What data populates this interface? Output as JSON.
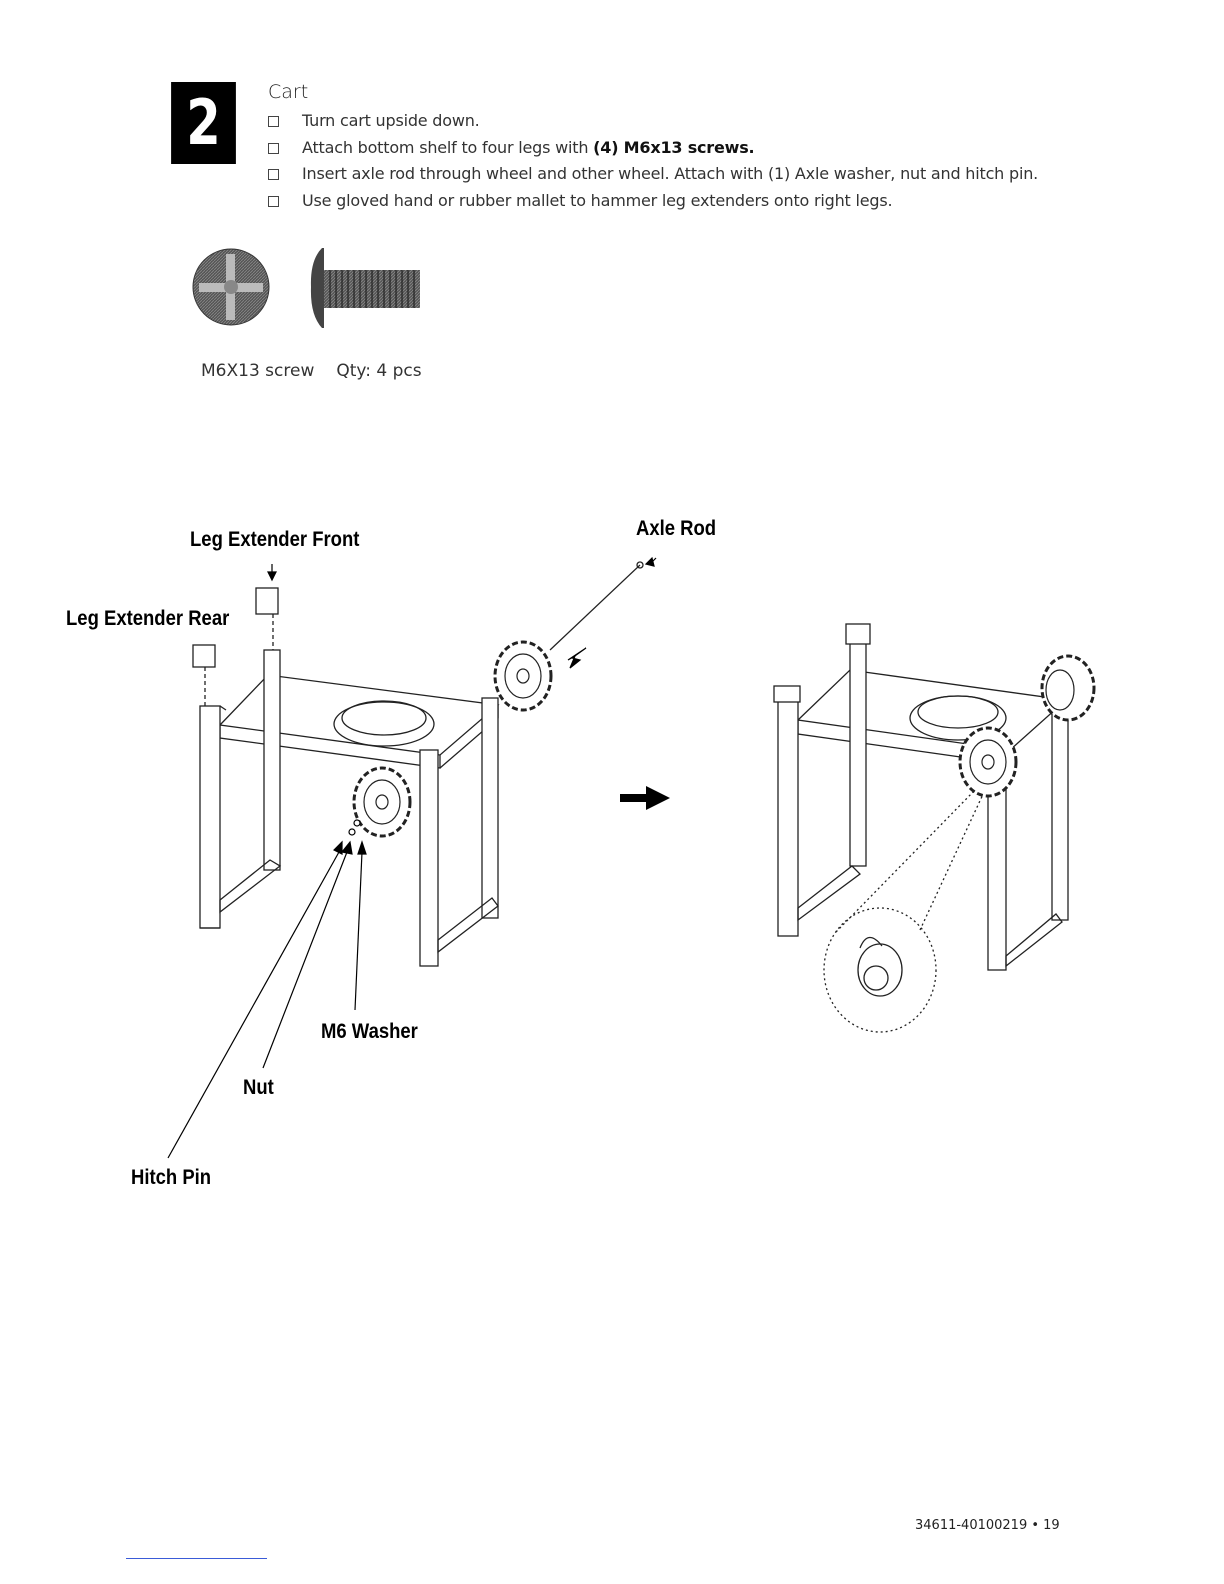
{
  "step": {
    "number": "2",
    "title": "Cart",
    "instructions": [
      {
        "text": "Turn cart upside down.",
        "bold": ""
      },
      {
        "text": "Attach bottom shelf to four legs with ",
        "bold": "(4) M6x13 screws."
      },
      {
        "text": "Insert axle rod through wheel and other wheel. Attach with (1) Axle washer, nut and hitch pin.",
        "bold": ""
      },
      {
        "text": "Use gloved hand or rubber mallet to hammer leg extenders onto right legs.",
        "bold": ""
      }
    ]
  },
  "hardware": {
    "name": "M6X13 screw",
    "qty": "Qty: 4 pcs"
  },
  "callouts": {
    "leg_extender_front": "Leg Extender Front",
    "leg_extender_rear": "Leg Extender Rear",
    "axle_rod": "Axle Rod",
    "m6_washer": "M6 Washer",
    "nut": "Nut",
    "hitch_pin": "Hitch Pin"
  },
  "footer": {
    "page_code": "34611-40100219 • 19"
  }
}
